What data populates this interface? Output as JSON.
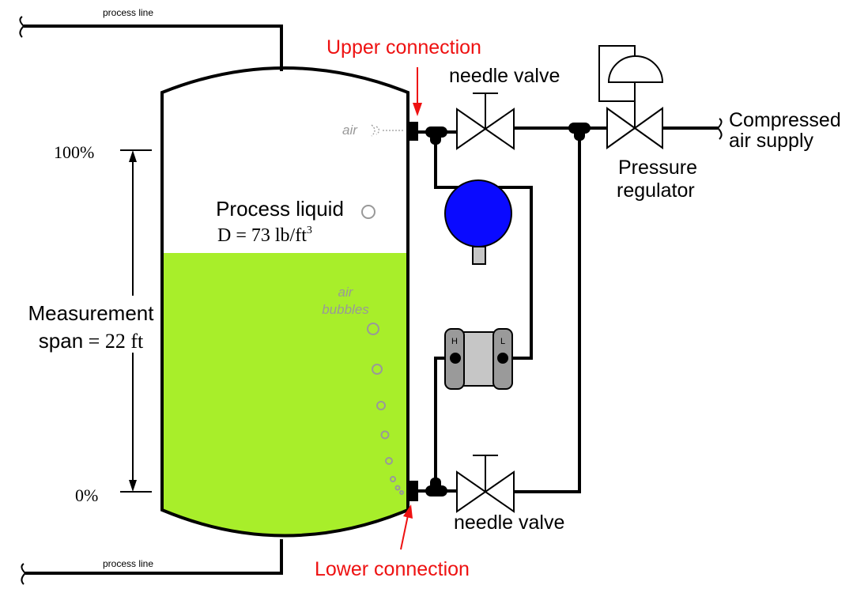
{
  "labels": {
    "process_line_top": "process line",
    "process_line_bottom": "process line",
    "upper_connection": "Upper connection",
    "lower_connection": "Lower connection",
    "needle_valve_upper": "needle valve",
    "needle_valve_lower": "needle valve",
    "compressed_air_line1": "Compressed",
    "compressed_air_line2": "air supply",
    "pressure_regulator_line1": "Pressure",
    "pressure_regulator_line2": "regulator",
    "process_liquid": "Process liquid",
    "density_prefix": "D = 73 lb/ft",
    "density_exponent": "3",
    "air_puff": "air",
    "air_bubbles_line1": "air",
    "air_bubbles_line2": "bubbles",
    "percent_100": "100%",
    "percent_0": "0%",
    "span_line1": "Measurement",
    "span_line2_word": "span",
    "span_line2_value": "= 22 ft",
    "port_high": "H",
    "port_low": "L"
  },
  "colors": {
    "liquid": "#a8ee2a",
    "callout_red": "#ee1111",
    "transmitter_head": "#0a0aff",
    "transmitter_body": "#c6c6c6",
    "transmitter_flange": "#9a9a9a",
    "air_gray": "#999999"
  },
  "icons": [
    "vessel",
    "needle-valve",
    "pressure-regulator",
    "dp-transmitter",
    "tee-fitting",
    "break-symbol"
  ]
}
